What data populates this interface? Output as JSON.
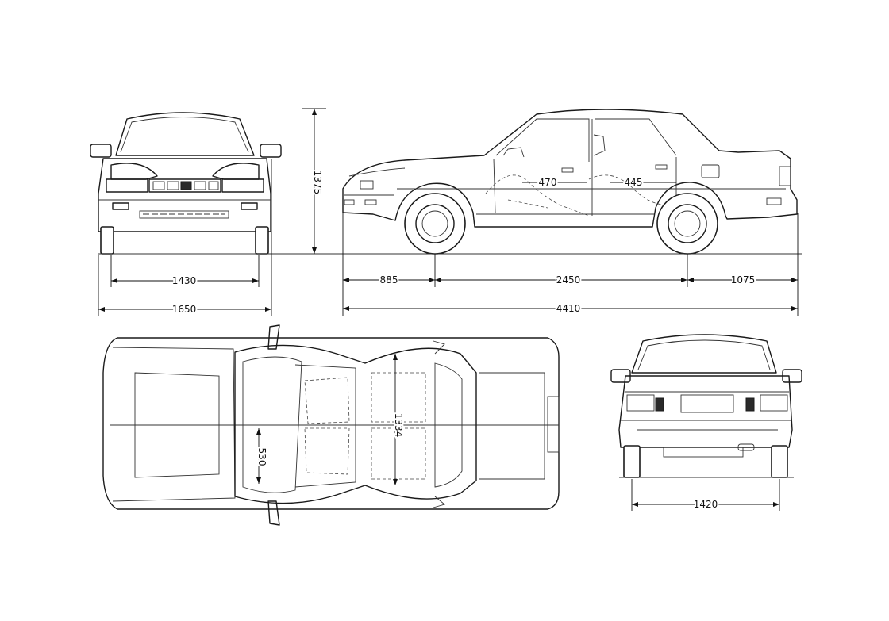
{
  "dimensions": {
    "height": "1375",
    "front_track": "1430",
    "width": "1650",
    "front_overhang": "885",
    "wheelbase": "2450",
    "rear_overhang": "1075",
    "length": "4410",
    "front_legroom_offset": "470",
    "rear_legroom_offset": "445",
    "interior_length": "1334",
    "seat_width": "530",
    "rear_track": "1420"
  },
  "icons": {
    "front_view": "car-front-view-icon",
    "side_view": "car-side-view-icon",
    "top_view": "car-top-view-icon",
    "rear_view": "car-rear-view-icon"
  }
}
